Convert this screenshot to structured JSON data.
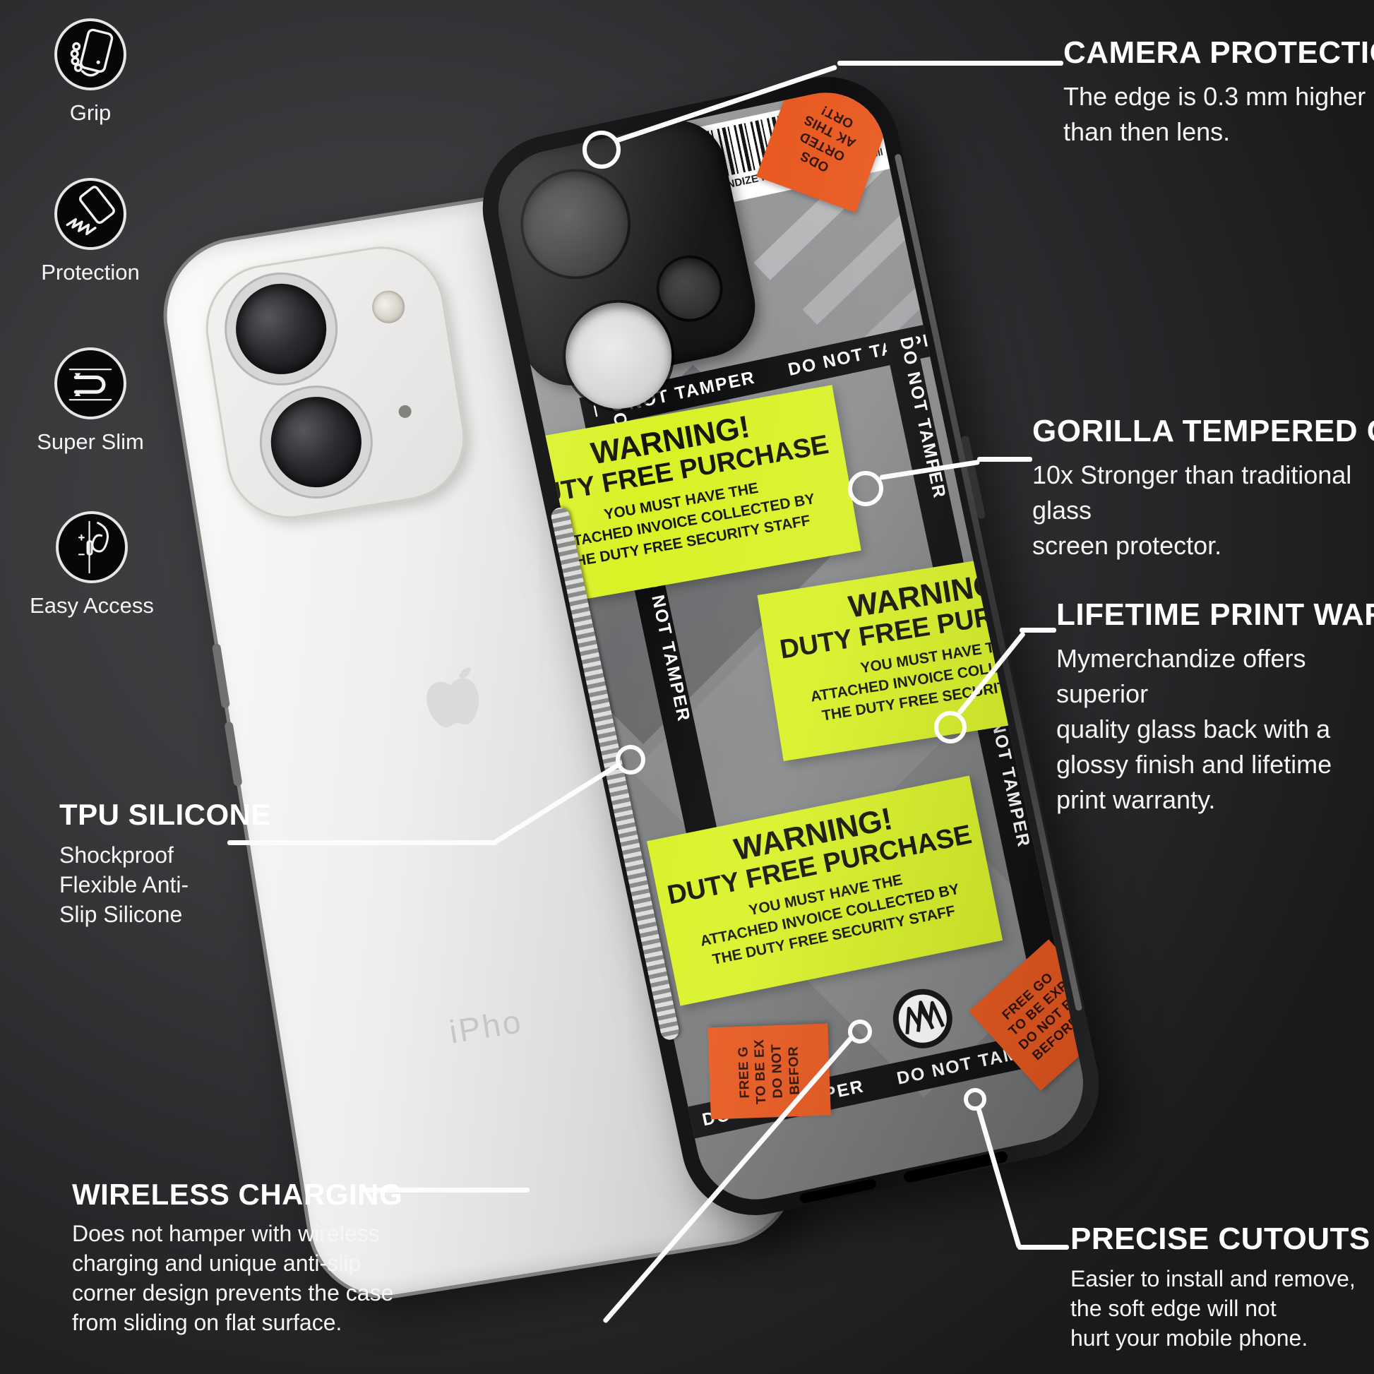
{
  "features": [
    {
      "name": "grip",
      "label": "Grip"
    },
    {
      "name": "protection",
      "label": "Protection"
    },
    {
      "name": "super-slim",
      "label": "Super Slim"
    },
    {
      "name": "easy-access",
      "label": "Easy Access"
    }
  ],
  "callouts": {
    "camera_protection": {
      "title": "CAMERA PROTECTION",
      "body": "The edge is 0.3 mm higher\nthan then lens."
    },
    "gorilla_tempered_glass": {
      "title": "GORILLA TEMPERED GLASS",
      "body": "10x Stronger than traditional glass\nscreen protector."
    },
    "lifetime_print_warrenty": {
      "title": "LIFETIME PRINT WARRENTY",
      "body": "Mymerchandize offers superior\nquality glass back with a\nglossy finish and lifetime\nprint warranty."
    },
    "tpu_silicone": {
      "title": "TPU SILICONE",
      "body": "Shockproof\nFlexible Anti-\nSlip Silicone"
    },
    "wireless_charging": {
      "title": "WIRELESS CHARGING",
      "body": "Does not hamper with wireless\ncharging and unique anti-slip\ncorner design prevents the case\nfrom sliding on flat surface."
    },
    "precise_cutouts": {
      "title": "PRECISE CUTOUTS",
      "body": "Easier to install and remove,\nthe soft edge will not\nhurt your mobile phone."
    }
  },
  "case": {
    "tamper_text": "DO NOT TAMPER",
    "tamper_text_double": "DO NOT TAMPERDO NOT TAMPER",
    "barcode_text": "HANDIZE MYMERCHANDIZE MYMERCHANDIZE",
    "warning": {
      "title": "WARNING!",
      "subtitle": "DUTY FREE PURCHASE",
      "details": "YOU MUST HAVE THE\nATTACHED INVOICE COLLECTED BY\nTHE DUTY FREE SECURITY STAFF"
    },
    "sticker_top_lines": "ODS\nORTED\nAK THIS\nORT!",
    "sticker_left_lines": "FREE G\nTO BE EX\nDO NOT\nBEFOR",
    "sticker_right_lines": "FREE GO\nTO BE EXP\nDO NOT BR\nBEFORE B"
  },
  "phone": {
    "brand_text": "iPho"
  },
  "colors": {
    "neon": "#d9f226",
    "orange": "#e8571d",
    "strip": "#0d0d0f",
    "accent_white": "#fcfcfc"
  }
}
